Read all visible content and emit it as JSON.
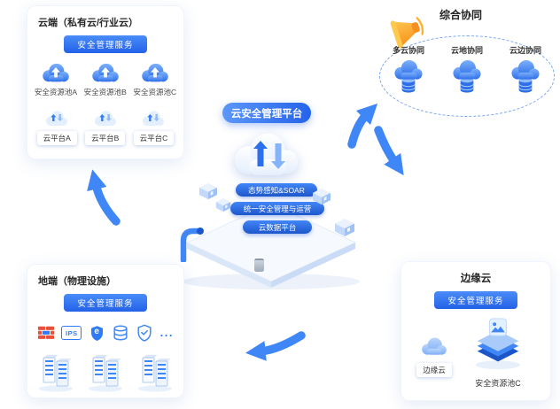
{
  "colors": {
    "primary": "#2F7BF7",
    "primary_dark": "#1D56CC",
    "badge_gradient_start": "#4A8CF8",
    "badge_gradient_end": "#2361E8",
    "arrow": "#3F86F7",
    "megaphone_orange": "#F7941D"
  },
  "center": {
    "title": "云安全管理平台",
    "cloud_icon": "cloud-sync-icon",
    "layers": [
      {
        "label": "态势感知&SOAR"
      },
      {
        "label": "统一安全管理与运营"
      },
      {
        "label": "云数据平台"
      }
    ]
  },
  "cloud_panel": {
    "title": "云端（私有云/行业云）",
    "badge": "安全管理服务",
    "pools": [
      {
        "icon": "cloud-upload-icon",
        "label": "安全资源池A"
      },
      {
        "icon": "cloud-upload-icon",
        "label": "安全资源池B"
      },
      {
        "icon": "cloud-upload-icon",
        "label": "安全资源池C"
      }
    ],
    "platforms": [
      {
        "icon": "cloud-sync-icon",
        "label": "云平台A"
      },
      {
        "icon": "cloud-sync-icon",
        "label": "云平台B"
      },
      {
        "icon": "cloud-sync-icon",
        "label": "云平台C"
      }
    ]
  },
  "collab": {
    "title": "综合协同",
    "icon": "megaphone-icon",
    "items": [
      {
        "icon": "cloud-database-icon",
        "label": "多云协同"
      },
      {
        "icon": "cloud-database-icon",
        "label": "云地协同"
      },
      {
        "icon": "cloud-database-icon",
        "label": "云边协同"
      }
    ]
  },
  "ground_panel": {
    "title": "地端（物理设施）",
    "badge": "安全管理服务",
    "devices": [
      {
        "name": "firewall-icon",
        "label": ""
      },
      {
        "name": "ips-icon",
        "label": "IPS"
      },
      {
        "name": "antivirus-shield-icon",
        "label": "e"
      },
      {
        "name": "database-audit-icon",
        "label": ""
      },
      {
        "name": "shield-icon",
        "label": ""
      },
      {
        "name": "more-icon",
        "label": "..."
      }
    ],
    "server_groups": 3
  },
  "edge_panel": {
    "title": "边缘云",
    "badge": "安全管理服务",
    "cloud_label": "边缘云",
    "pool_label": "安全资源池C"
  }
}
